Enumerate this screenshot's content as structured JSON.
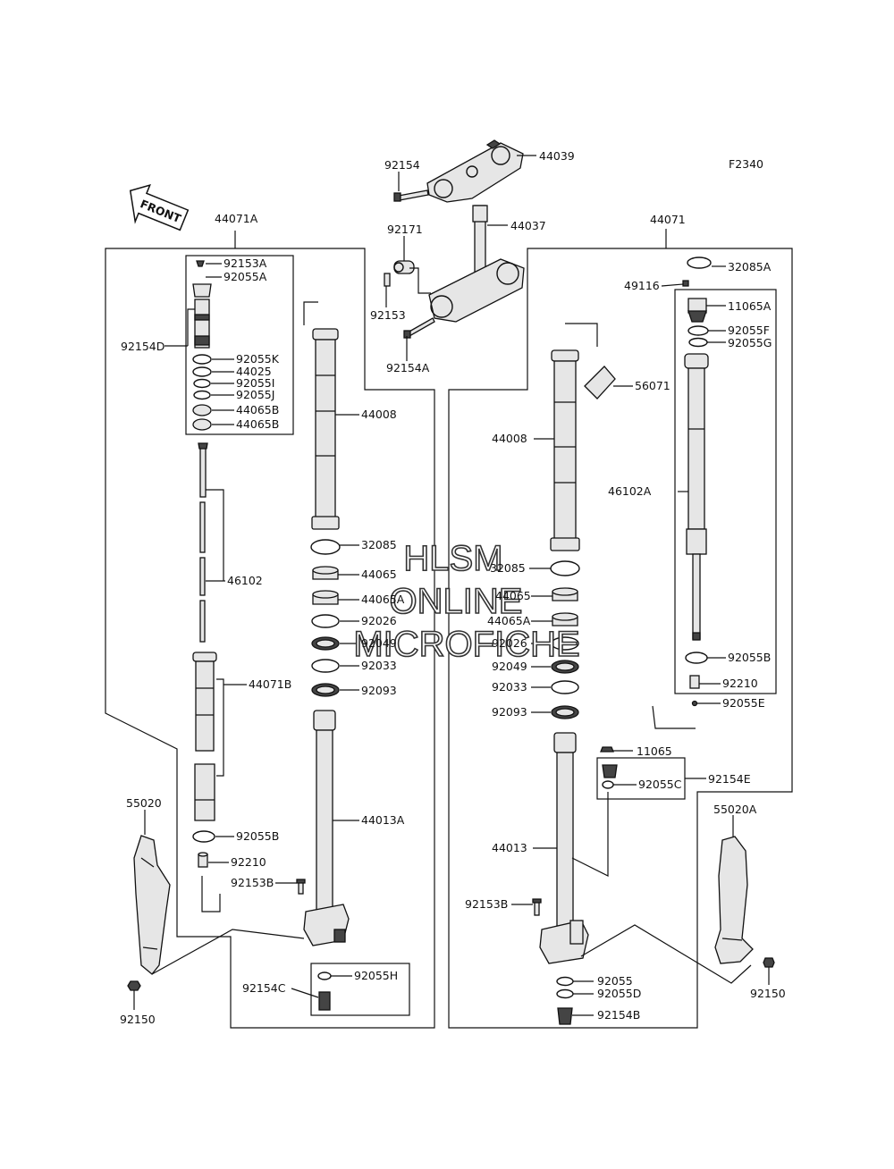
{
  "diagram_code": "F2340",
  "front_label": "FRONT",
  "watermark": {
    "line1": "HLSM",
    "line2": "ONLINE",
    "line3": "MICROFICHE"
  },
  "part_labels": [
    "44039",
    "92154",
    "44037",
    "92171",
    "92153",
    "92154A",
    "44071A",
    "92153A",
    "92055A",
    "92154D",
    "92055K",
    "44025",
    "92055I",
    "92055J",
    "44065B",
    "44065B",
    "44008",
    "32085",
    "44065",
    "44065A",
    "92026",
    "92049",
    "92033",
    "92093",
    "46102",
    "44071B",
    "44013A",
    "92055B",
    "92210",
    "92153B",
    "55020",
    "92055H",
    "92154C",
    "92150",
    "44071",
    "32085A",
    "49116",
    "11065A",
    "92055F",
    "92055G",
    "56071",
    "46102A",
    "92055B",
    "92210",
    "92055E",
    "44008",
    "32085",
    "44065",
    "44065A",
    "92026",
    "92049",
    "92033",
    "92093",
    "11065",
    "92154E",
    "92055C",
    "55020A",
    "44013",
    "92153B",
    "92055",
    "92055D",
    "92154B",
    "92150"
  ]
}
